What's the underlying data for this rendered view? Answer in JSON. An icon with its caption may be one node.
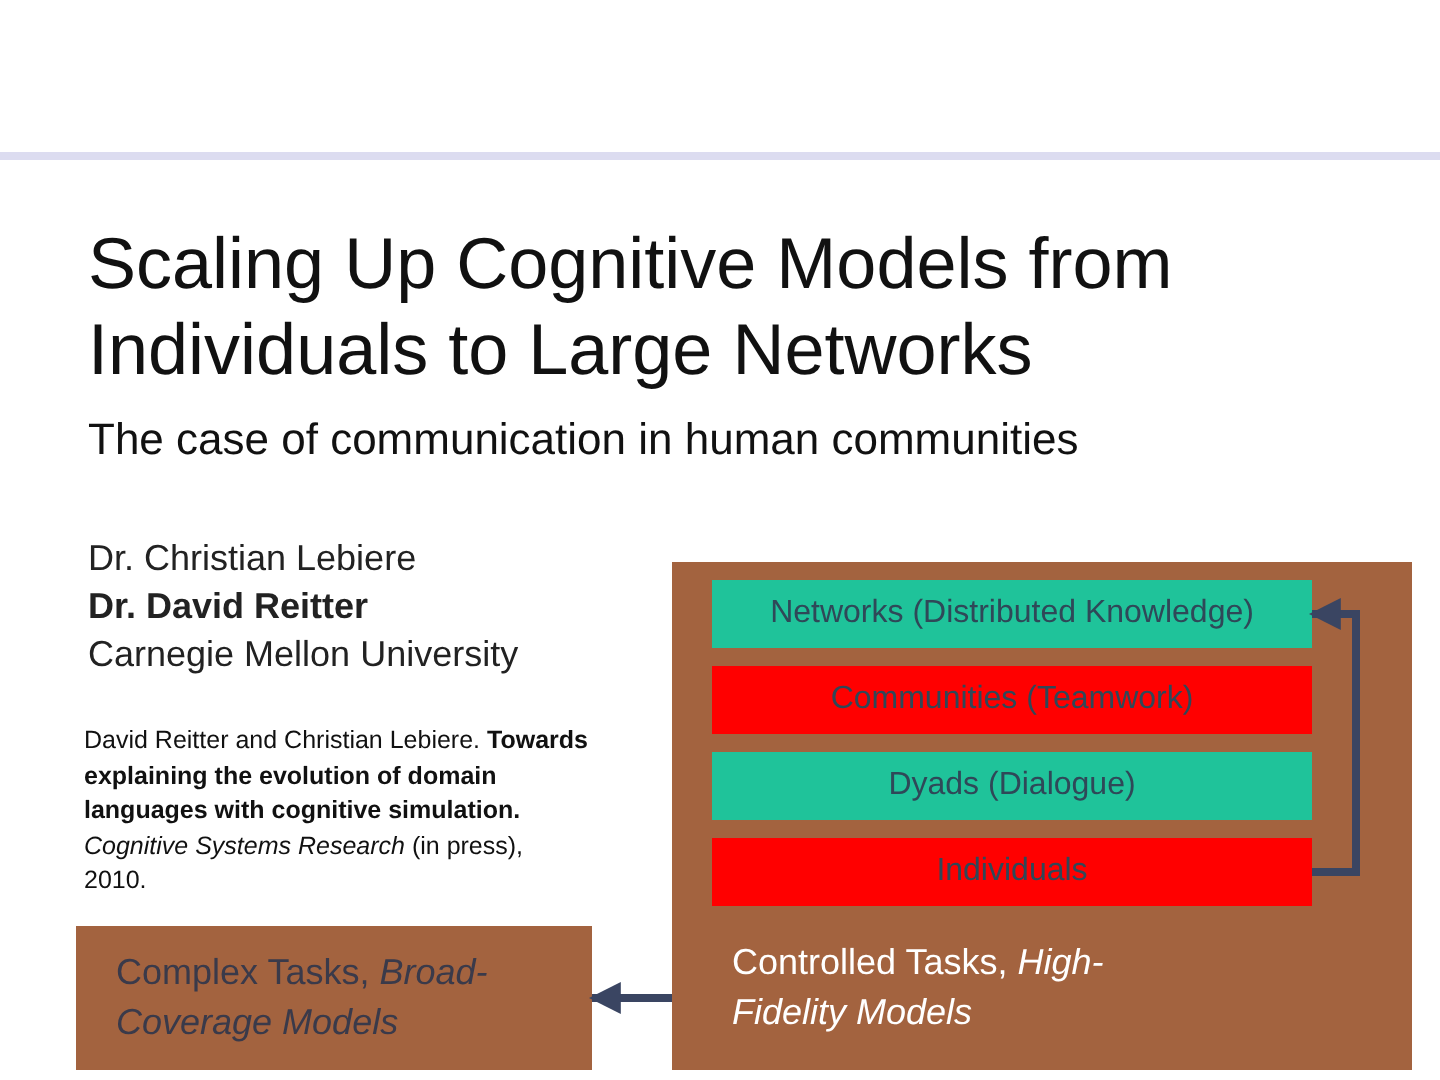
{
  "diagram": {
    "title": "Scaling Up Cognitive Models from Individuals to Large Networks",
    "nodes": [
      {
        "text": [
          "Controlled Tasks, *High-Fidelity Models*"
        ]
      },
      {
        "text": [
          "Networks (Distributed Knowledge)"
        ],
        "in": 0
      },
      {
        "text": [
          "Communities (Teamwork)"
        ],
        "in": 0
      },
      {
        "text": [
          "Dyads (Dialogue)"
        ],
        "in": 0
      },
      {
        "text": [
          "Individuals"
        ],
        "in": 0
      },
      {
        "text": [
          "Complex Tasks, *Broad-Coverage Models*"
        ]
      }
    ],
    "edges": [
      {
        "from": 4,
        "to": 1,
        "arrow": "to"
      },
      {
        "from": 0,
        "to": 5,
        "arrow": "to"
      }
    ],
    "labels": [
      "The case of communication in human communities",
      "Dr. Christian Lebiere",
      "Dr. David Reitter",
      "Carnegie Mellon University",
      "David Reitter and Christian Lebiere. **Towards explaining the evolution of domain languages with cognitive simulation.** *Cognitive Systems Research* (in press), 2010."
    ]
  }
}
